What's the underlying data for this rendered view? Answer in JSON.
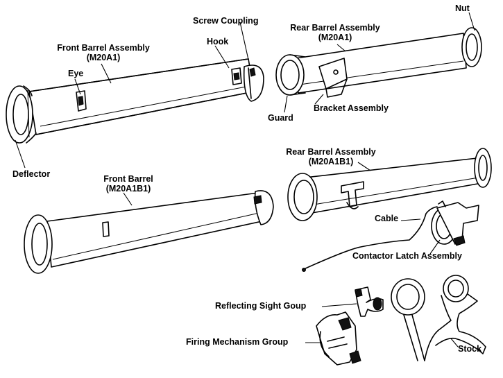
{
  "labels": {
    "nut": "Nut",
    "screw_coupling": "Screw Coupling",
    "rear_barrel_m20a1_line1": "Rear Barrel Assembly",
    "rear_barrel_m20a1_line2": "(M20A1)",
    "front_barrel_m20a1_line1": "Front Barrel Assembly",
    "front_barrel_m20a1_line2": "(M20A1)",
    "hook": "Hook",
    "eye": "Eye",
    "guard": "Guard",
    "bracket_assembly": "Bracket Assembly",
    "deflector": "Deflector",
    "rear_barrel_m20a1b1_line1": "Rear Barrel Assembly",
    "rear_barrel_m20a1b1_line2": "(M20A1B1)",
    "front_barrel_m20a1b1_line1": "Front Barrel",
    "front_barrel_m20a1b1_line2": "(M20A1B1)",
    "cable": "Cable",
    "contactor_latch_assembly": "Contactor Latch Assembly",
    "reflecting_sight_group": "Reflecting Sight Goup",
    "firing_mechanism_group": "Firing Mechanism Group",
    "stock": "Stock"
  }
}
